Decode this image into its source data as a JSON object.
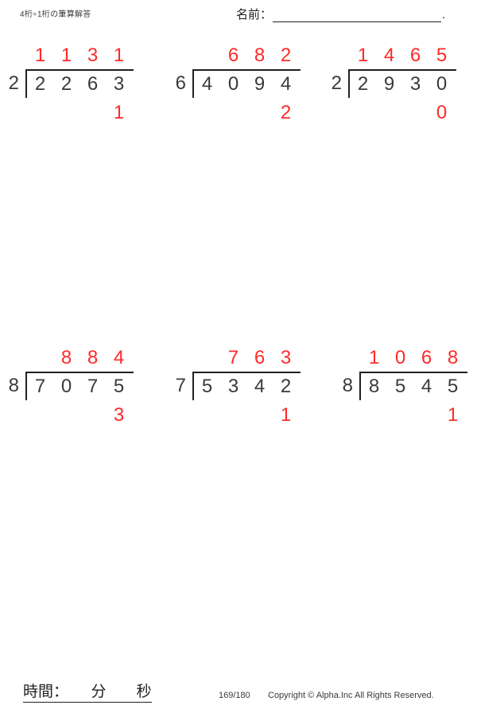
{
  "header": {
    "title": "4桁÷1桁の筆算解答",
    "name_label": "名前：",
    "name_value": "",
    "name_trailing_dot": "."
  },
  "footer": {
    "time_label": "時間：　　分　　秒",
    "page_number": "169/180",
    "copyright": "Copyright © Alpha.Inc All Rights Reserved."
  },
  "colors": {
    "answer_red": "#ff2a2a",
    "ink_black": "#3a3a3a",
    "rule_black": "#231f20"
  },
  "problems": [
    {
      "id": "problem-1",
      "divisor": "2",
      "dividend": [
        "2",
        "2",
        "6",
        "3"
      ],
      "quotient": [
        "1",
        "1",
        "3",
        "1"
      ],
      "remainder": [
        "",
        "",
        "",
        "1"
      ]
    },
    {
      "id": "problem-2",
      "divisor": "6",
      "dividend": [
        "4",
        "0",
        "9",
        "4"
      ],
      "quotient": [
        "",
        "6",
        "8",
        "2"
      ],
      "remainder": [
        "",
        "",
        "",
        "2"
      ]
    },
    {
      "id": "problem-3",
      "divisor": "2",
      "dividend": [
        "2",
        "9",
        "3",
        "0"
      ],
      "quotient": [
        "1",
        "4",
        "6",
        "5"
      ],
      "remainder": [
        "",
        "",
        "",
        "0"
      ]
    },
    {
      "id": "problem-4",
      "divisor": "8",
      "dividend": [
        "7",
        "0",
        "7",
        "5"
      ],
      "quotient": [
        "",
        "8",
        "8",
        "4"
      ],
      "remainder": [
        "",
        "",
        "",
        "3"
      ]
    },
    {
      "id": "problem-5",
      "divisor": "7",
      "dividend": [
        "5",
        "3",
        "4",
        "2"
      ],
      "quotient": [
        "",
        "7",
        "6",
        "3"
      ],
      "remainder": [
        "",
        "",
        "",
        "1"
      ]
    },
    {
      "id": "problem-6",
      "divisor": "8",
      "dividend": [
        "8",
        "5",
        "4",
        "5"
      ],
      "quotient": [
        "1",
        "0",
        "6",
        "8"
      ],
      "remainder": [
        "",
        "",
        "",
        "1"
      ]
    }
  ]
}
